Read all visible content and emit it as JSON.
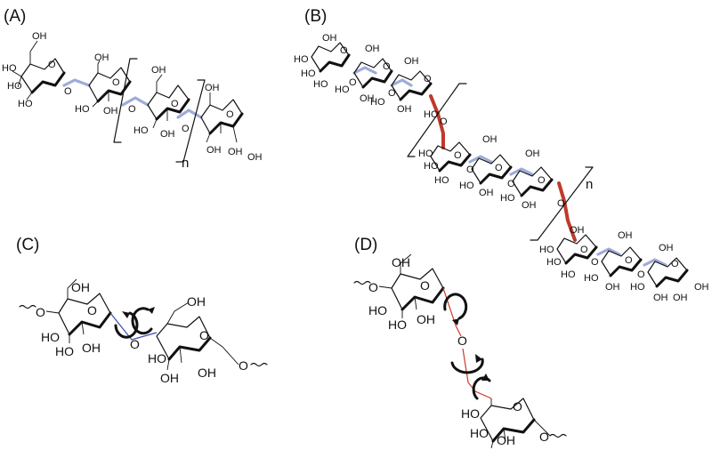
{
  "panels": {
    "a": "(A)",
    "b": "(B)",
    "c": "(C)",
    "d": "(D)"
  },
  "atoms": {
    "oh": "OH",
    "ho": "HO",
    "o": "O",
    "n": "n"
  },
  "colors": {
    "blue_linkage": "#3b4db0",
    "blue_highlight": "#8e9cd0",
    "red_linkage": "#d03a2a",
    "red_highlight": "#c0392b",
    "ink": "#111111"
  },
  "icons": [
    "rotation-arrow-icon",
    "wavy-bond-icon",
    "bracket-icon"
  ]
}
